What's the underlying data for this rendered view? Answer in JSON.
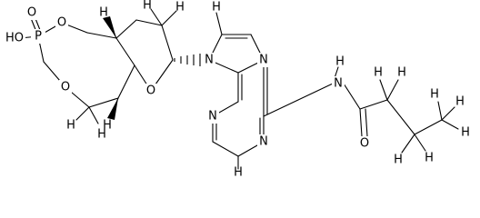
{
  "molecule": {
    "labels": {
      "phosphorus": "P",
      "hydroxyl": "HO",
      "phosphoryl_oxygen": "O",
      "ring_oxygen_upper": "O",
      "ring_oxygen_lower": "O",
      "furanose_oxygen": "O",
      "n9": "N",
      "n7": "N",
      "n3": "N",
      "n1": "N",
      "amide_nitrogen": "N",
      "amide_hydrogen": "H",
      "carbonyl_oxygen": "O",
      "ring_h_upper": "H",
      "ring_h_lower": "H",
      "h8": "H",
      "h2": "H",
      "c5prime_h_left": "H",
      "c5prime_h_right": "H",
      "c2prime_h_a": "H",
      "c2prime_h_b": "H",
      "chain_h1a": "H",
      "chain_h1b": "H",
      "chain_h2a": "H",
      "chain_h2b": "H",
      "methyl_h_a": "H",
      "methyl_h_b": "H",
      "methyl_h_c": "H"
    }
  }
}
